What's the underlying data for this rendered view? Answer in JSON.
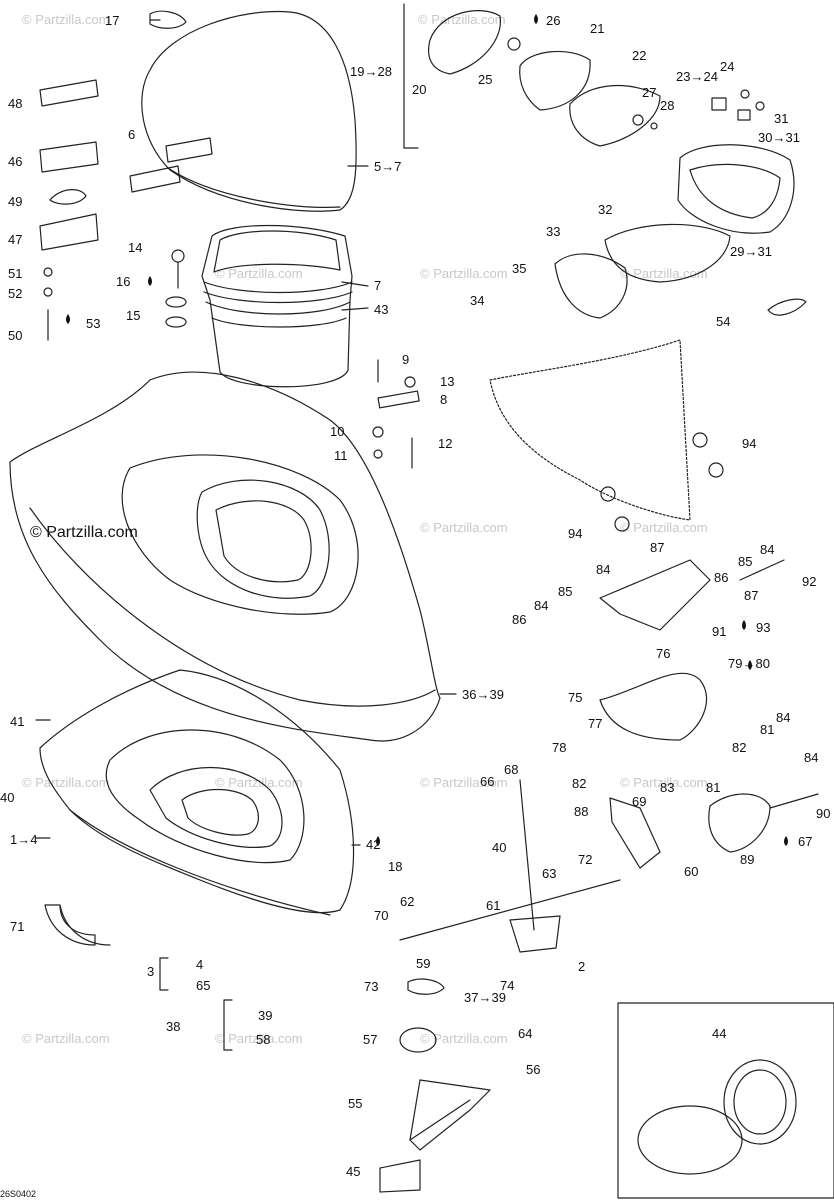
{
  "watermark": "© Partzilla.com",
  "brand_label": "© Partzilla.com",
  "footer_code": "26S0402",
  "callouts": [
    "17",
    "48",
    "46",
    "49",
    "47",
    "51",
    "52",
    "50",
    "53",
    "6",
    "14",
    "16",
    "15",
    "7",
    "43",
    "5→7",
    "19→28",
    "20",
    "25",
    "26",
    "21",
    "22",
    "23→24",
    "24",
    "27",
    "28",
    "31",
    "30→31",
    "29→31",
    "32",
    "33",
    "35",
    "34",
    "54",
    "9",
    "13",
    "8",
    "10",
    "12",
    "11",
    "94",
    "94",
    "87",
    "84",
    "85",
    "86",
    "84",
    "87",
    "92",
    "84",
    "85",
    "86",
    "91",
    "93",
    "76",
    "79→80",
    "75",
    "77",
    "81",
    "84",
    "78",
    "82",
    "84",
    "82",
    "83",
    "81",
    "69",
    "88",
    "89",
    "90",
    "67",
    "66",
    "68",
    "40",
    "41",
    "40",
    "1→4",
    "36→39",
    "42",
    "18",
    "71",
    "72",
    "60",
    "63",
    "62",
    "70",
    "61",
    "59",
    "2",
    "3",
    "4",
    "65",
    "73",
    "74",
    "37→39",
    "38",
    "39",
    "58",
    "64",
    "57",
    "56",
    "55",
    "45",
    "44"
  ]
}
